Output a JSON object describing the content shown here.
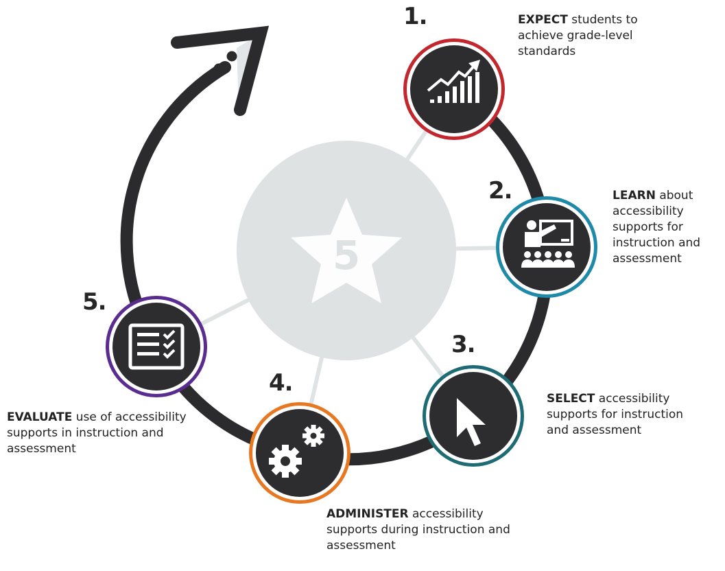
{
  "center": {
    "label": "5",
    "icon": "star-icon"
  },
  "steps": [
    {
      "number": "1.",
      "keyword": "EXPECT",
      "text": " students to achieve grade-level standards",
      "ring_color": "#c1272d",
      "icon": "growth-chart-icon"
    },
    {
      "number": "2.",
      "keyword": "LEARN",
      "text": " about accessibility supports for instruction and assessment",
      "ring_color": "#1f89a8",
      "icon": "classroom-teacher-icon"
    },
    {
      "number": "3.",
      "keyword": "SELECT",
      "text": " accessibility supports for instruction and assessment",
      "ring_color": "#1d6b73",
      "icon": "cursor-arrow-icon"
    },
    {
      "number": "4.",
      "keyword": "ADMINISTER",
      "text": " accessibility supports during instruction and assessment",
      "ring_color": "#e87722",
      "icon": "gears-icon"
    },
    {
      "number": "5.",
      "keyword": "EVALUATE",
      "text": " use of accessibility supports in instruction and assessment",
      "ring_color": "#5b2c8f",
      "icon": "checklist-icon"
    }
  ],
  "colors": {
    "cycle_path": "#2b2b2d",
    "node_fill": "#2d2d2f",
    "center_circle": "#dfe2e3",
    "spokes": "#dfe3e4"
  }
}
